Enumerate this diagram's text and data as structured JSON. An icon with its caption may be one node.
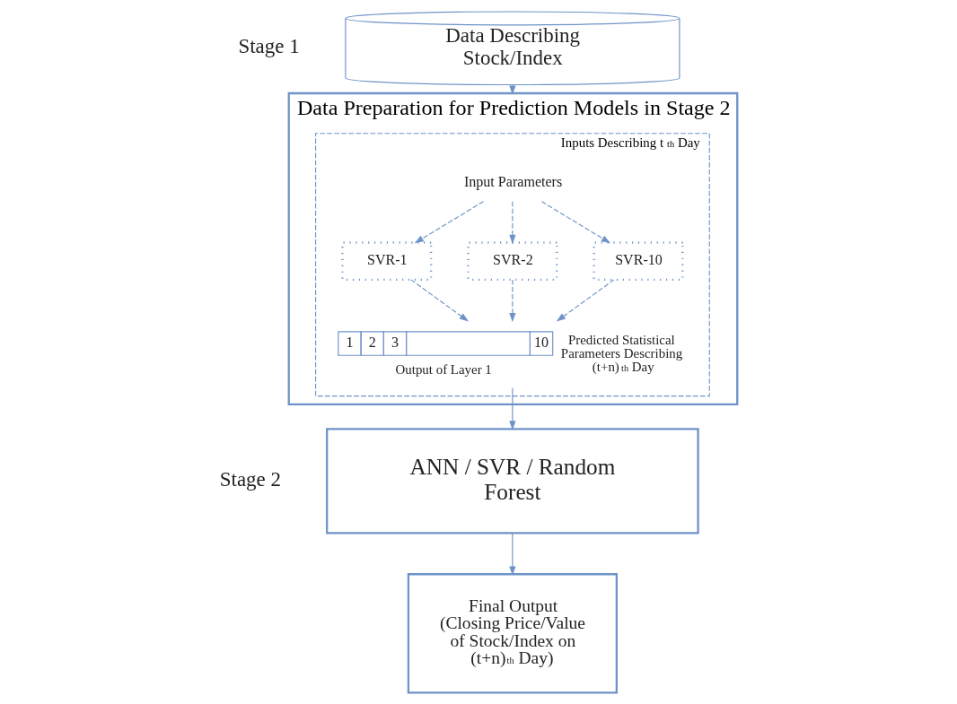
{
  "diagram": {
    "nodes": [
      {
        "text": [
          "Data Describing Stock/Index"
        ]
      },
      {
        "text": [
          "Data Preparation for Prediction Models in Stage 2"
        ]
      },
      {
        "text": [
          "Inputs Describing t$^{th}$ Day"
        ],
        "in": 1
      },
      {
        "text": [
          "Input Parameters"
        ],
        "in": 2
      },
      {
        "text": [
          "SVR-1"
        ],
        "in": 2
      },
      {
        "text": [
          "SVR-2"
        ],
        "in": 2
      },
      {
        "text": [
          "SVR-10"
        ],
        "in": 2
      },
      {
        "text": [
          "1",
          "2",
          "3",
          "10"
        ],
        "in": 2,
        "beside": [
          "Output of Layer 1",
          "Predicted Statistical Parameters Describing (t+n)$^{th}$ Day"
        ]
      },
      {
        "text": [
          "ANN / SVR / Random Forest"
        ]
      },
      {
        "text": [
          "Final Output",
          "(Closing Price/Value of Stock/Index on (t+n)$^{th}$ Day)"
        ]
      }
    ],
    "edges": [
      {
        "from": 0,
        "to": 1,
        "arrow": "to"
      },
      {
        "from": 3,
        "to": 4,
        "arrow": "to",
        "style": "dashed"
      },
      {
        "from": 3,
        "to": 5,
        "arrow": "to",
        "style": "dashed"
      },
      {
        "from": 3,
        "to": 6,
        "arrow": "to",
        "style": "dashed"
      },
      {
        "from": 4,
        "to": 7,
        "arrow": "to",
        "style": "dashed"
      },
      {
        "from": 5,
        "to": 7,
        "arrow": "to",
        "style": "dashed"
      },
      {
        "from": 6,
        "to": 7,
        "arrow": "to",
        "style": "dashed"
      },
      {
        "from": 7,
        "to": 8,
        "arrow": "to"
      },
      {
        "from": 8,
        "to": 9,
        "arrow": "to"
      }
    ],
    "labels": [
      "Stage 1",
      "Stage 2"
    ]
  }
}
